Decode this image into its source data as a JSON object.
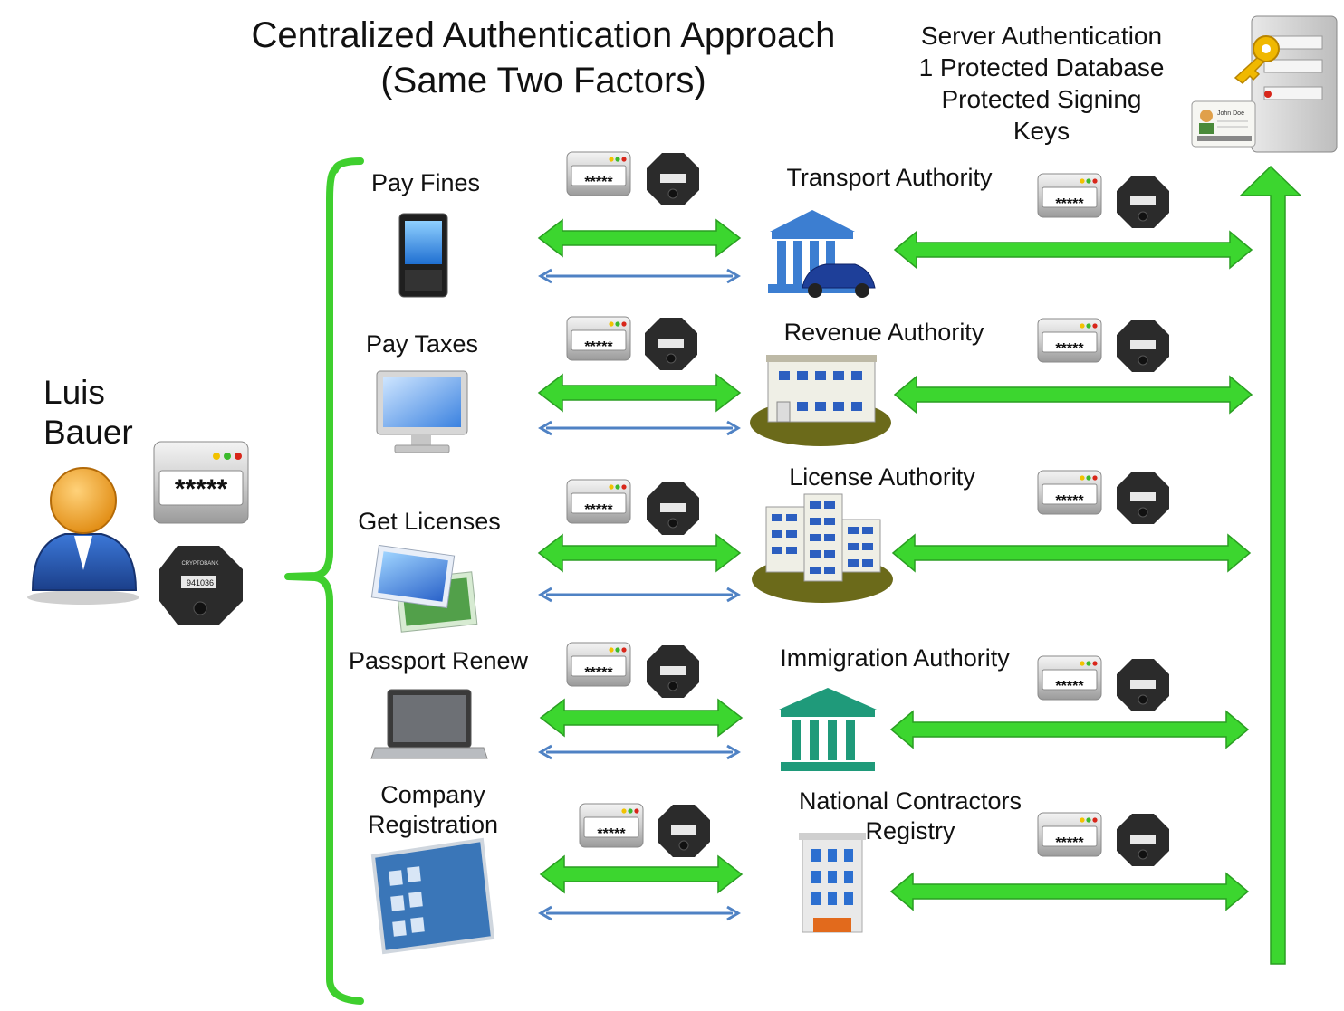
{
  "title": {
    "line1": "Centralized Authentication Approach",
    "line2": "(Same Two Factors)"
  },
  "server": {
    "lines": [
      "Server  Authentication",
      "1 Protected Database",
      "Protected Signing",
      "Keys"
    ],
    "badge_name": "John Doe"
  },
  "user": {
    "first": "Luis",
    "last": "Bauer"
  },
  "credential": {
    "password_mask": "*****",
    "token_code": "941036",
    "token_brand": "CRYPTOBANK"
  },
  "rows": [
    {
      "service": "Pay Fines",
      "authority": "Transport Authority"
    },
    {
      "service": "Pay Taxes",
      "authority": "Revenue Authority"
    },
    {
      "service": "Get Licenses",
      "authority": "License Authority"
    },
    {
      "service": "Passport Renew",
      "authority": "Immigration Authority"
    },
    {
      "service": "Company\nRegistration",
      "authority": "National Contractors\nRegistry"
    }
  ],
  "colors": {
    "green_arrow": "#3cd62f",
    "green_dark": "#2a9e22",
    "blue_arrow": "#4f82c4",
    "brace": "#3fcf2e"
  },
  "icons": {
    "services": [
      "mobile-phone-icon",
      "desktop-monitor-icon",
      "photo-gallery-icon",
      "laptop-icon",
      "application-window-icon"
    ],
    "authorities": [
      "bank-with-car-icon",
      "office-building-icon",
      "office-complex-icon",
      "courthouse-icon",
      "tower-building-icon"
    ]
  }
}
